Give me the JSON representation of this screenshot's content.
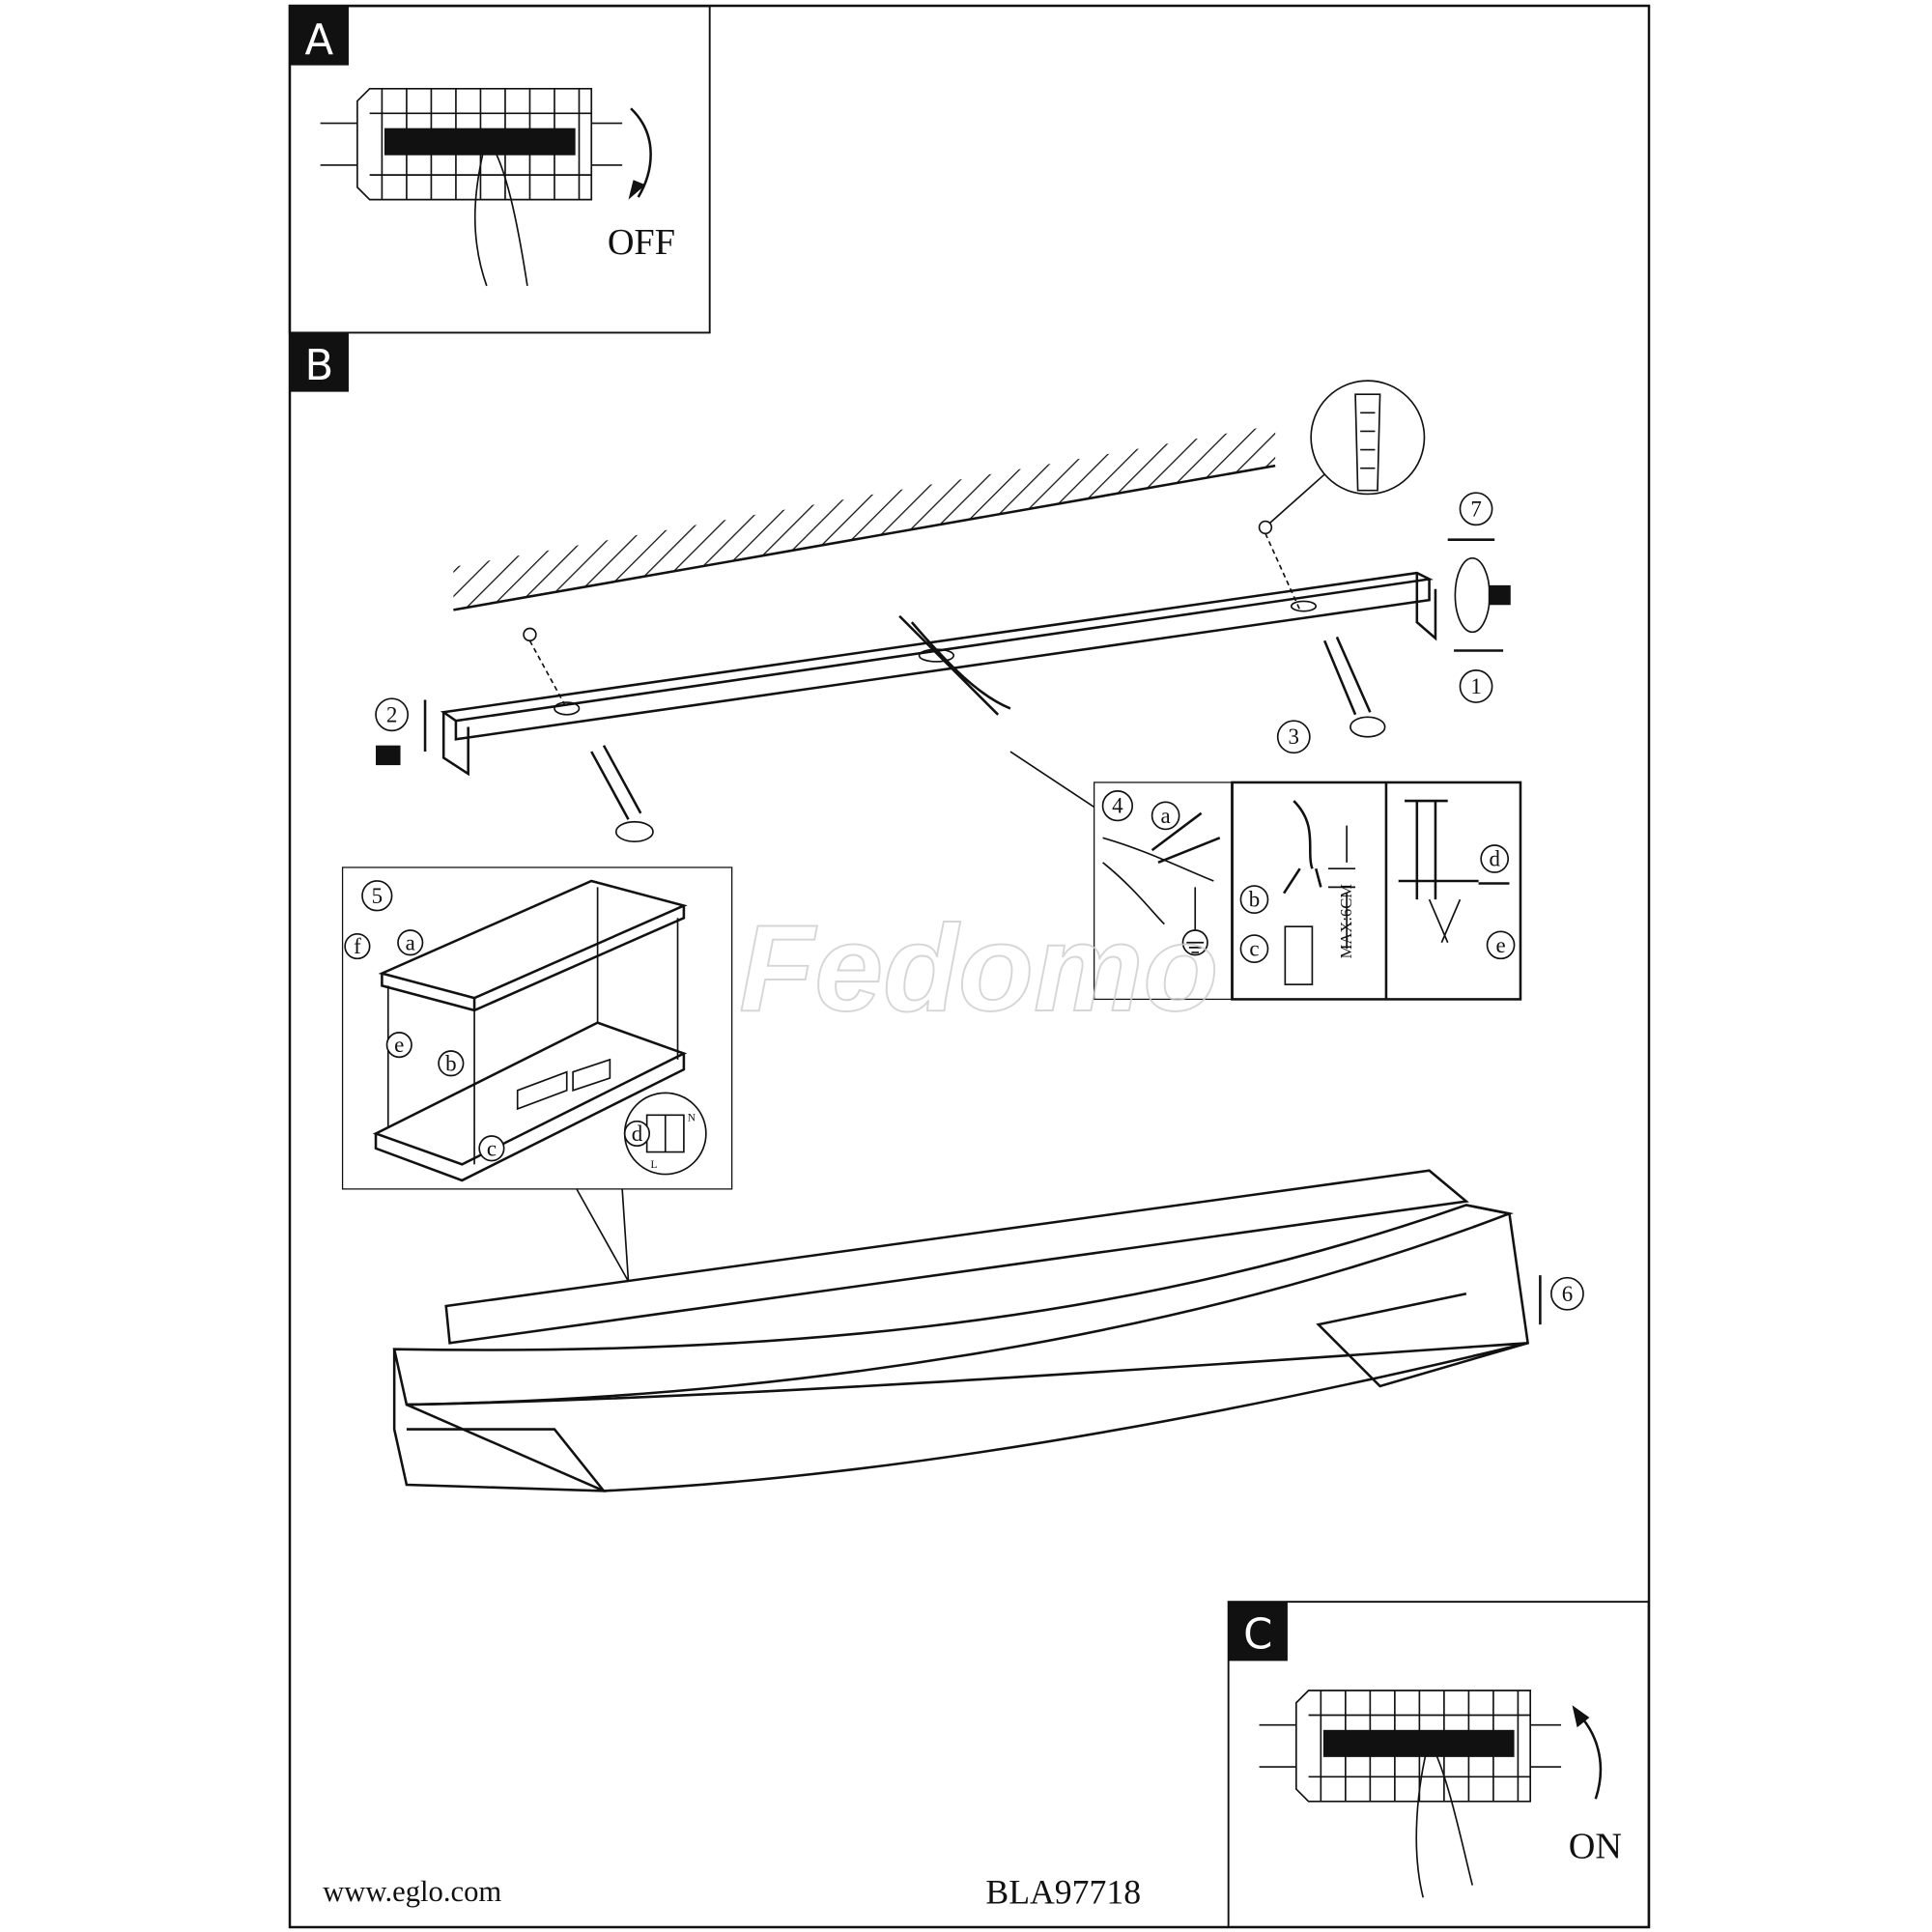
{
  "sections": {
    "a": "A",
    "b": "B",
    "c": "C"
  },
  "switch": {
    "off": "OFF",
    "on": "ON"
  },
  "steps": [
    "1",
    "2",
    "3",
    "4",
    "5",
    "6",
    "7"
  ],
  "step4": {
    "a": "a",
    "b": "b",
    "c": "c",
    "d": "d",
    "e": "e",
    "max": "MAX:6CM"
  },
  "step5": {
    "a": "a",
    "b": "b",
    "c": "c",
    "d": "d",
    "e": "e",
    "f": "f",
    "terminal_l": "L",
    "terminal_n": "N"
  },
  "footer": {
    "website": "www.eglo.com",
    "code": "BLA97718"
  },
  "watermark": "Fedomo"
}
